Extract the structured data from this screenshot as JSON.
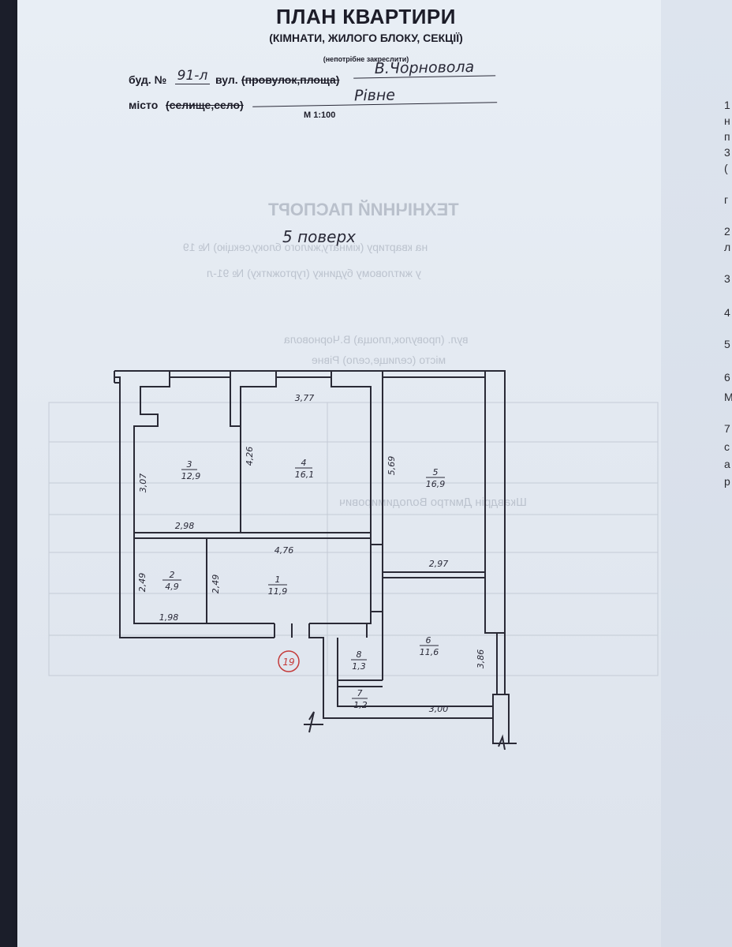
{
  "header": {
    "title": "ПЛАН КВАРТИРИ",
    "subtitle": "(КІМНАТИ, ЖИЛОГО БЛОКУ, СЕКЦІЇ)",
    "strike_note": "(непотрібне закреслити)",
    "bud_label": "буд. №",
    "bud_number": "91-л",
    "street_label": "вул.",
    "street_strike": "(провулок,площа)",
    "street_value": "В.Чорновола",
    "city_label": "місто",
    "city_strike": "(селище,село)",
    "city_value": "Рівне",
    "scale": "М 1:100"
  },
  "floor_label": "5 поверх",
  "ghost_text": {
    "passport": "ТЕХНІЧНИЙ ПАСПОРТ",
    "line1": "на квартиру (кімнату,жилого блоку,секцію) № 19",
    "line2": "у житловому будинку (гуртожитку) № 91-л",
    "street": "вул. (провулок,площа) В.Чорновола",
    "city": "місто (селище,село) Рівне",
    "owner": "Шкавдрін Дмитро Володимирович"
  },
  "plan": {
    "apartment_number": "19",
    "rooms": [
      {
        "num": "3",
        "area": "12,9"
      },
      {
        "num": "4",
        "area": "16,1"
      },
      {
        "num": "5",
        "area": "16,9"
      },
      {
        "num": "2",
        "area": "4,9"
      },
      {
        "num": "1",
        "area": "11,9"
      },
      {
        "num": "6",
        "area": "11,6"
      },
      {
        "num": "8",
        "area": "1,3"
      },
      {
        "num": "7",
        "area": "1,2"
      }
    ],
    "dimensions": {
      "d377": "3,77",
      "d307": "3,07",
      "d426": "4,26",
      "d569": "5,69",
      "d298": "2,98",
      "d476": "4,76",
      "d297": "2,97",
      "d249a": "2,49",
      "d249b": "2,49",
      "d198": "1,98",
      "d386": "3,86",
      "d300": "3,00"
    }
  },
  "right_edge": [
    "1",
    "н",
    "п",
    "3",
    "(",
    "г",
    "2",
    "л",
    "3",
    "4",
    "5",
    "6",
    "М",
    "7",
    "с",
    "а",
    "р"
  ]
}
